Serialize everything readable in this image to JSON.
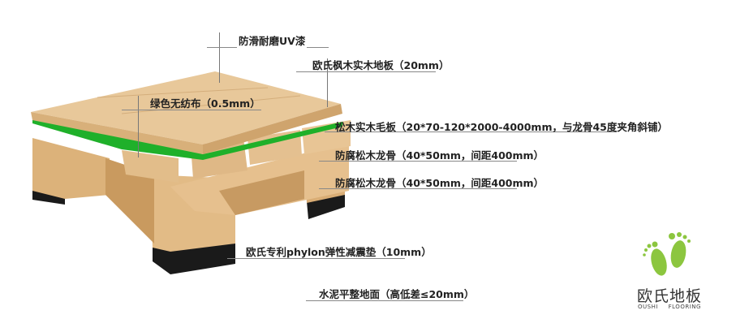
{
  "labels": {
    "uv_coating": "防滑耐磨UV漆",
    "maple_floor": "欧氏枫木实木地板（20mm）",
    "green_fabric": "绿色无纺布（0.5mm）",
    "pine_subfloor": "松木实木毛板（20*70-120*2000-4000mm，与龙骨45度夹角斜铺）",
    "joist_upper": "防腐松木龙骨（40*50mm，间距400mm）",
    "joist_lower": "防腐松木龙骨（40*50mm，间距400mm）",
    "phylon_pad": "欧氏专利phylon弹性减震垫（10mm）",
    "concrete_base": "水泥平整地面（高低差≤20mm）"
  },
  "logo": {
    "name_cn": "欧氏地板",
    "name_en": "OUSHI FLOORING",
    "icon": "green-footprints-icon",
    "color": "#8cc63f"
  },
  "colors": {
    "wood_light": "#e8c89a",
    "wood_mid": "#d9b07a",
    "fabric_green": "#1fb02a",
    "pad_black": "#1a1a1a"
  }
}
